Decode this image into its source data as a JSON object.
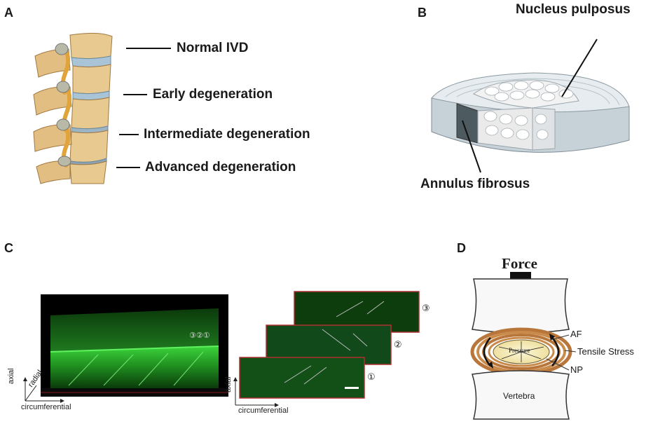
{
  "panels": {
    "A": {
      "letter": "A",
      "labels": [
        "Normal IVD",
        "Early degeneration",
        "Intermediate degeneration",
        "Advanced degeneration"
      ]
    },
    "B": {
      "letter": "B",
      "nucleus": "Nucleus pulposus",
      "annulus": "Annulus fibrosus"
    },
    "C": {
      "letter": "C",
      "axes_left": {
        "vertical": "axial",
        "diagonal": "radial",
        "horizontal": "circumferential"
      },
      "axes_right": {
        "vertical": "axial",
        "horizontal": "circumferential"
      },
      "markers": [
        "①",
        "②",
        "③"
      ],
      "slice_numbers": [
        "③",
        "②",
        "①"
      ]
    },
    "D": {
      "letter": "D",
      "force": "Force",
      "pressure": "Pressure",
      "af": "AF",
      "tensile": "Tensile Stress",
      "np": "NP",
      "vertebra": "Vertebra"
    }
  },
  "colors": {
    "bone": "#e8c98f",
    "disc": "#a8c4d6",
    "nerve": "#e0a43a",
    "fluor_green": "#3cd43c",
    "slice_border": "#b03030",
    "annulus_ring": "#b8763a",
    "np_fill": "#f5ecc0"
  }
}
